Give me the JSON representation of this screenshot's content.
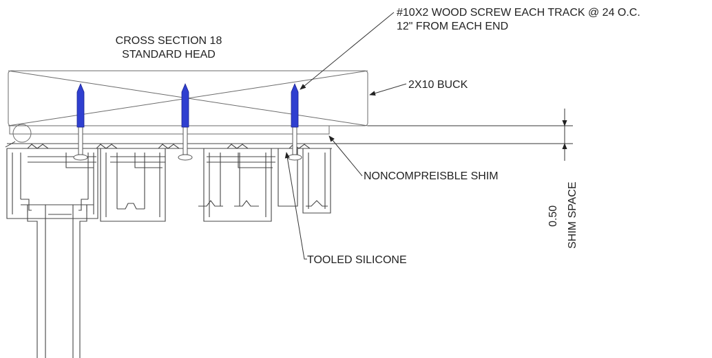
{
  "title_line1": "CROSS SECTION 18",
  "title_line2": "STANDARD HEAD",
  "callouts": {
    "screw_line1": "#10X2 WOOD SCREW EACH TRACK @ 24 O.C.",
    "screw_line2": "12\" FROM EACH END",
    "buck": "2X10 BUCK",
    "shim": "NONCOMPREISBLE SHIM",
    "silicone": "TOOLED SILICONE"
  },
  "dimension": {
    "value": "0.50",
    "label": "SHIM SPACE"
  },
  "colors": {
    "screw": "#2f3fd0",
    "lines": "#444444"
  }
}
